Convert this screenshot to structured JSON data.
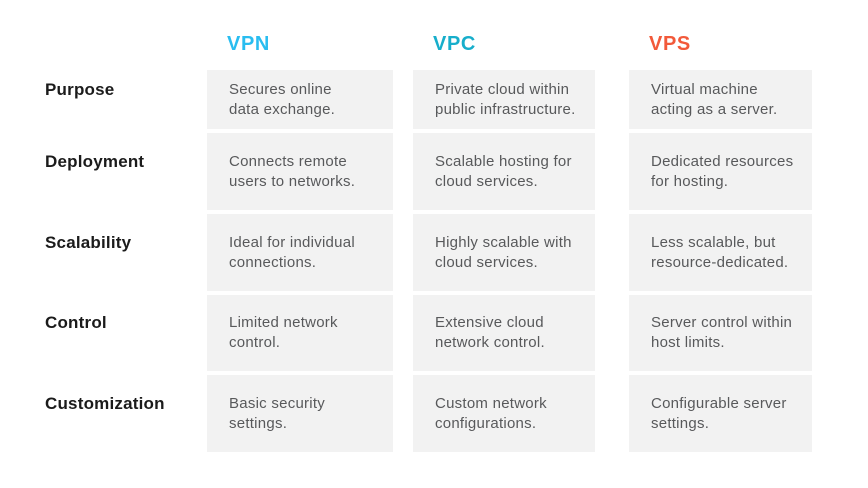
{
  "colors": {
    "background": "#ffffff",
    "cell_background": "#f2f2f2",
    "row_label_text": "#1b1b1b",
    "cell_text": "#58595b",
    "vpn_accent": "#29bdf0",
    "vpc_accent": "#17aecb",
    "vps_accent": "#f2593a"
  },
  "chart_data": {
    "type": "table",
    "columns": [
      {
        "label": "VPN",
        "color": "#29bdf0"
      },
      {
        "label": "VPC",
        "color": "#17aecb"
      },
      {
        "label": "VPS",
        "color": "#f2593a"
      }
    ],
    "rows": [
      {
        "label": "Purpose",
        "cells": [
          [
            "Secures online",
            "data exchange."
          ],
          [
            "Private cloud within",
            "public infrastructure."
          ],
          [
            "Virtual machine",
            "acting as a server."
          ]
        ]
      },
      {
        "label": "Deployment",
        "cells": [
          [
            "Connects remote",
            "users to networks."
          ],
          [
            "Scalable hosting for",
            "cloud services."
          ],
          [
            "Dedicated resources",
            "for hosting."
          ]
        ]
      },
      {
        "label": "Scalability",
        "cells": [
          [
            "Ideal for individual",
            "connections."
          ],
          [
            "Highly scalable with",
            "cloud services."
          ],
          [
            "Less scalable, but",
            "resource-dedicated."
          ]
        ]
      },
      {
        "label": "Control",
        "cells": [
          [
            "Limited network",
            "control."
          ],
          [
            "Extensive cloud",
            "network control."
          ],
          [
            "Server control within",
            "host limits."
          ]
        ]
      },
      {
        "label": "Customization",
        "cells": [
          [
            "Basic security",
            "settings."
          ],
          [
            "Custom network",
            "configurations."
          ],
          [
            "Configurable server",
            "settings."
          ]
        ]
      }
    ]
  }
}
